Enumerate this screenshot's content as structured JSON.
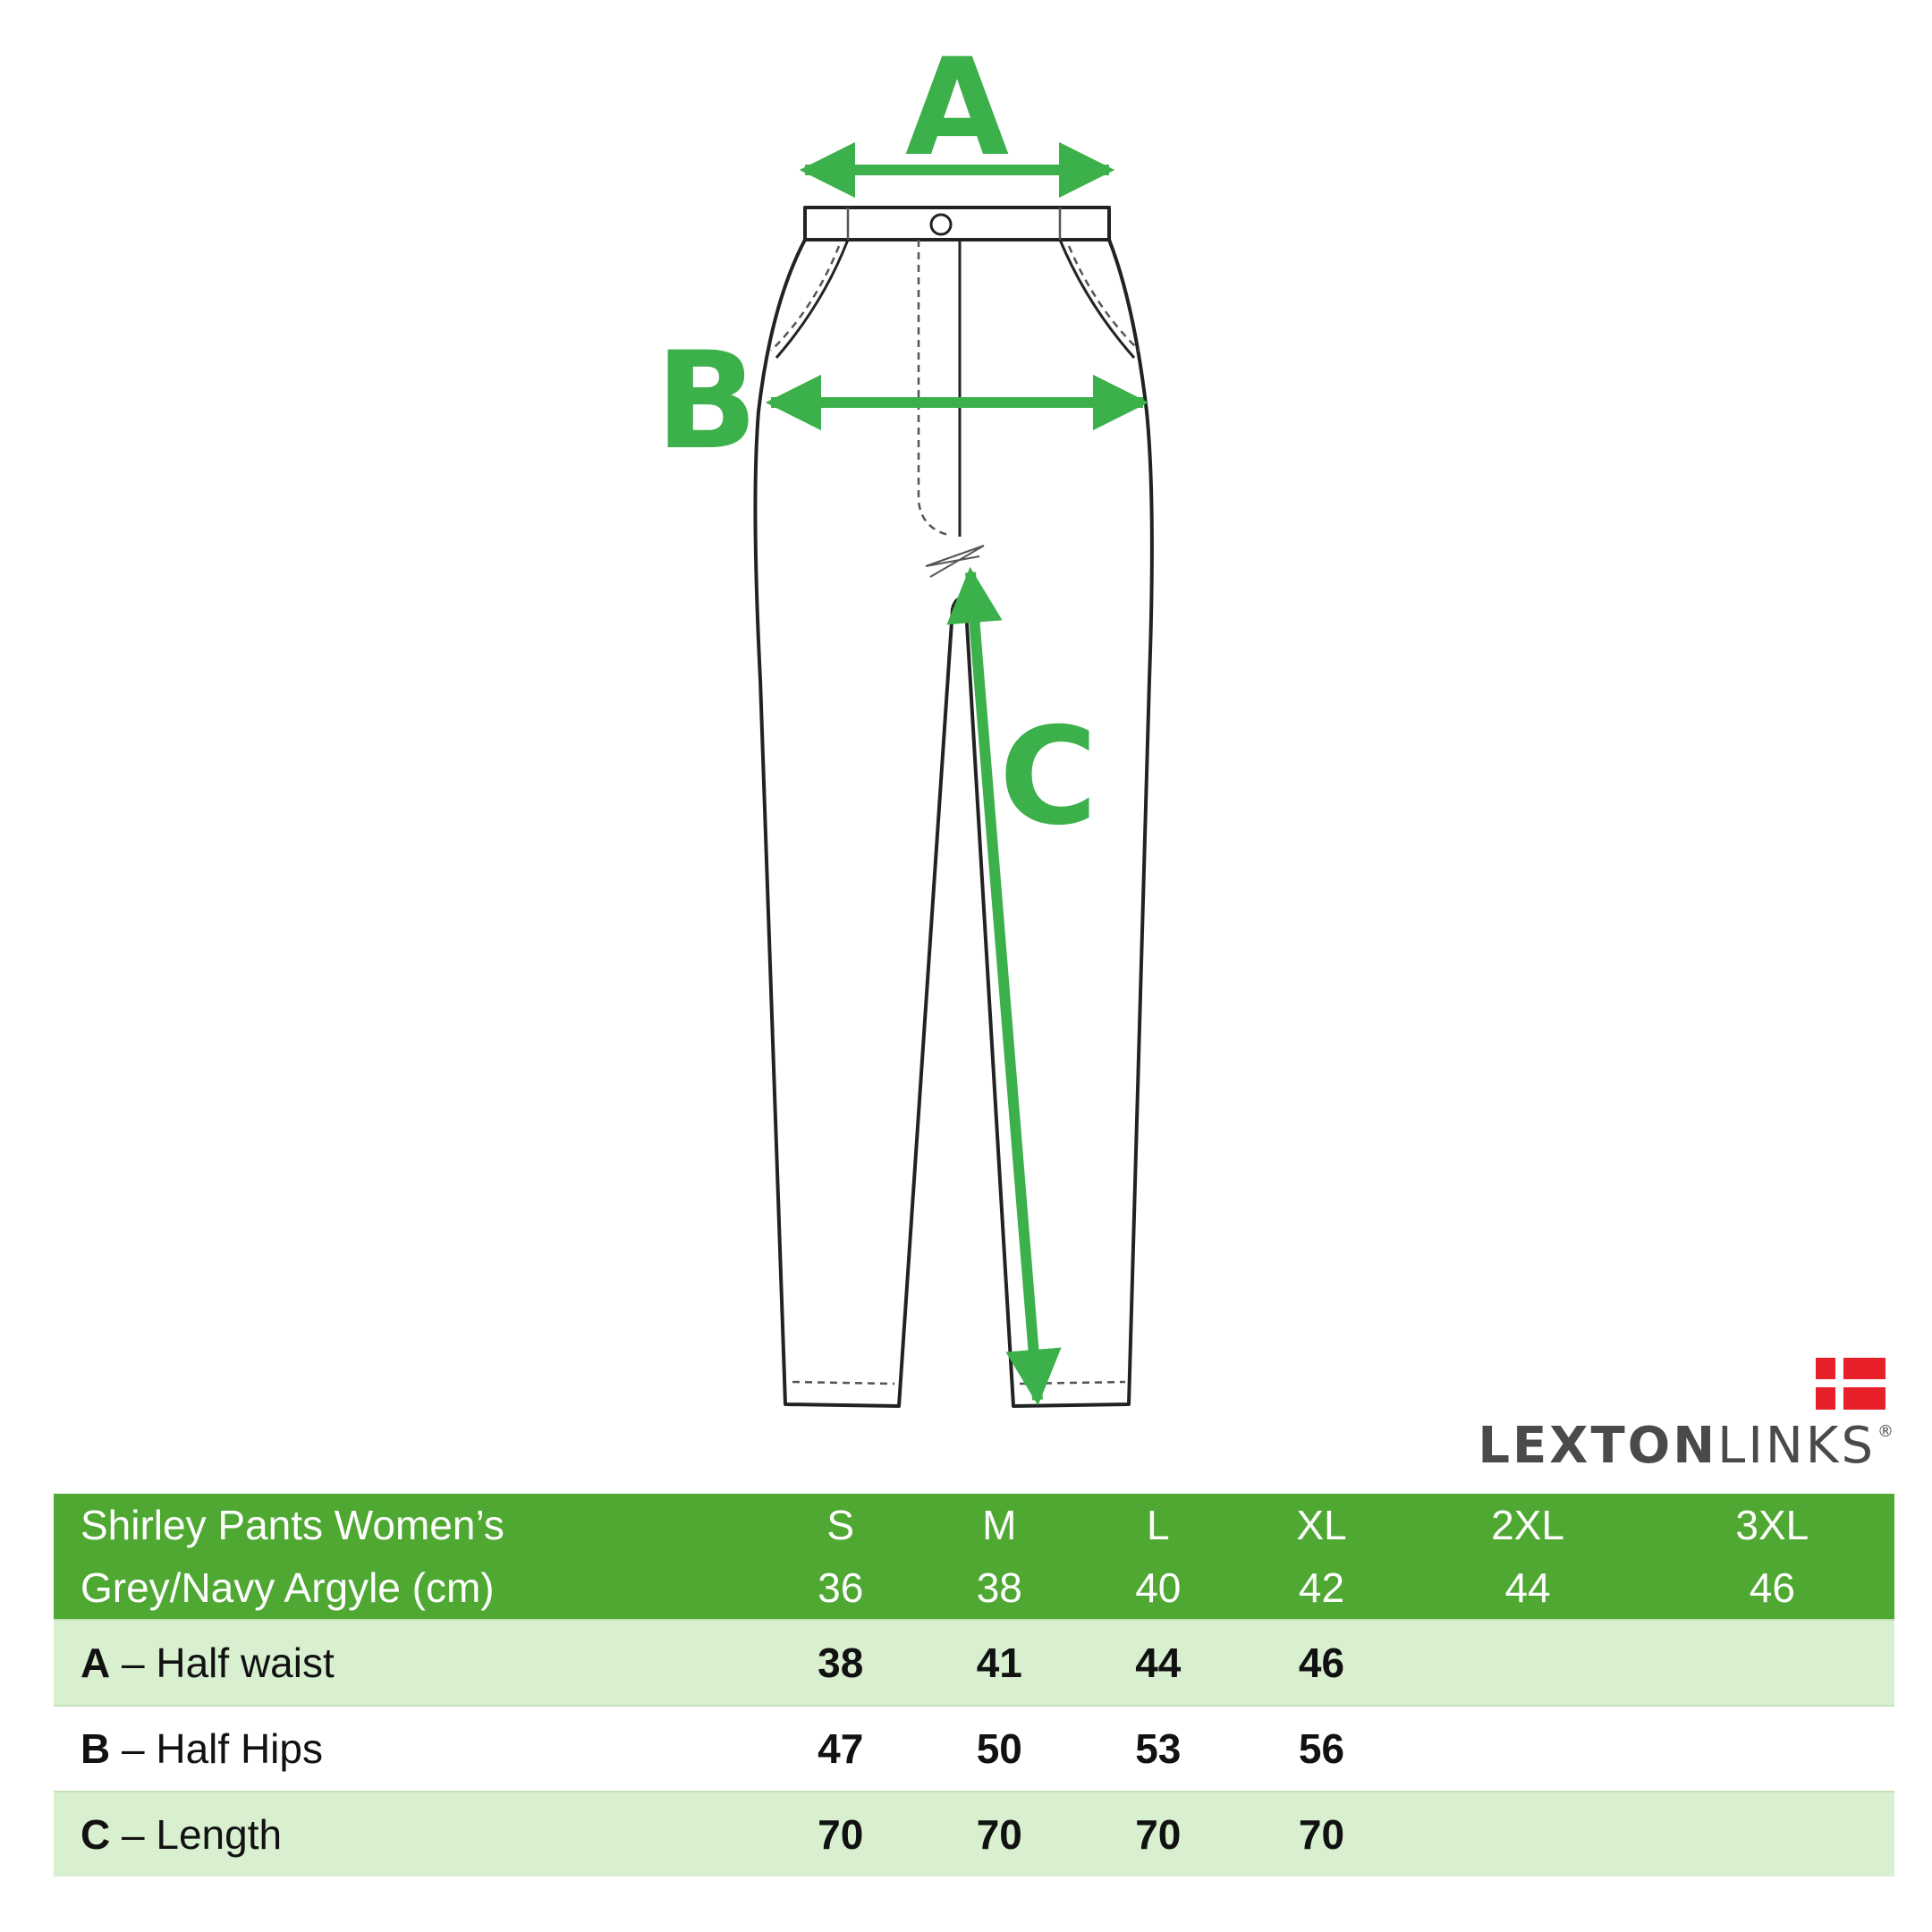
{
  "diagram": {
    "measurement_labels": {
      "a": "A",
      "b": "B",
      "c": "C"
    }
  },
  "brand": {
    "logo_bold": "LEXTON",
    "logo_light": "LINKS",
    "registered": "®",
    "flag_colors": {
      "red": "#e8202a",
      "cross": "#ffffff"
    }
  },
  "colors": {
    "accent_green": "#3cb04a",
    "header_green": "#4fa832",
    "row_tint": "#d9f0d0"
  },
  "table": {
    "title_line1": "Shirley Pants Women’s",
    "title_line2": "Grey/Navy Argyle (cm)",
    "sizes": [
      {
        "label": "S",
        "number": "36"
      },
      {
        "label": "M",
        "number": "38"
      },
      {
        "label": "L",
        "number": "40"
      },
      {
        "label": "XL",
        "number": "42"
      },
      {
        "label": "2XL",
        "number": "44"
      },
      {
        "label": "3XL",
        "number": "46"
      }
    ],
    "rows": [
      {
        "key": "A",
        "label": " – Half waist",
        "values": [
          "38",
          "41",
          "44",
          "46",
          "",
          ""
        ]
      },
      {
        "key": "B",
        "label": " – Half Hips",
        "values": [
          "47",
          "50",
          "53",
          "56",
          "",
          ""
        ]
      },
      {
        "key": "C",
        "label": " – Length",
        "values": [
          "70",
          "70",
          "70",
          "70",
          "",
          ""
        ]
      }
    ]
  }
}
